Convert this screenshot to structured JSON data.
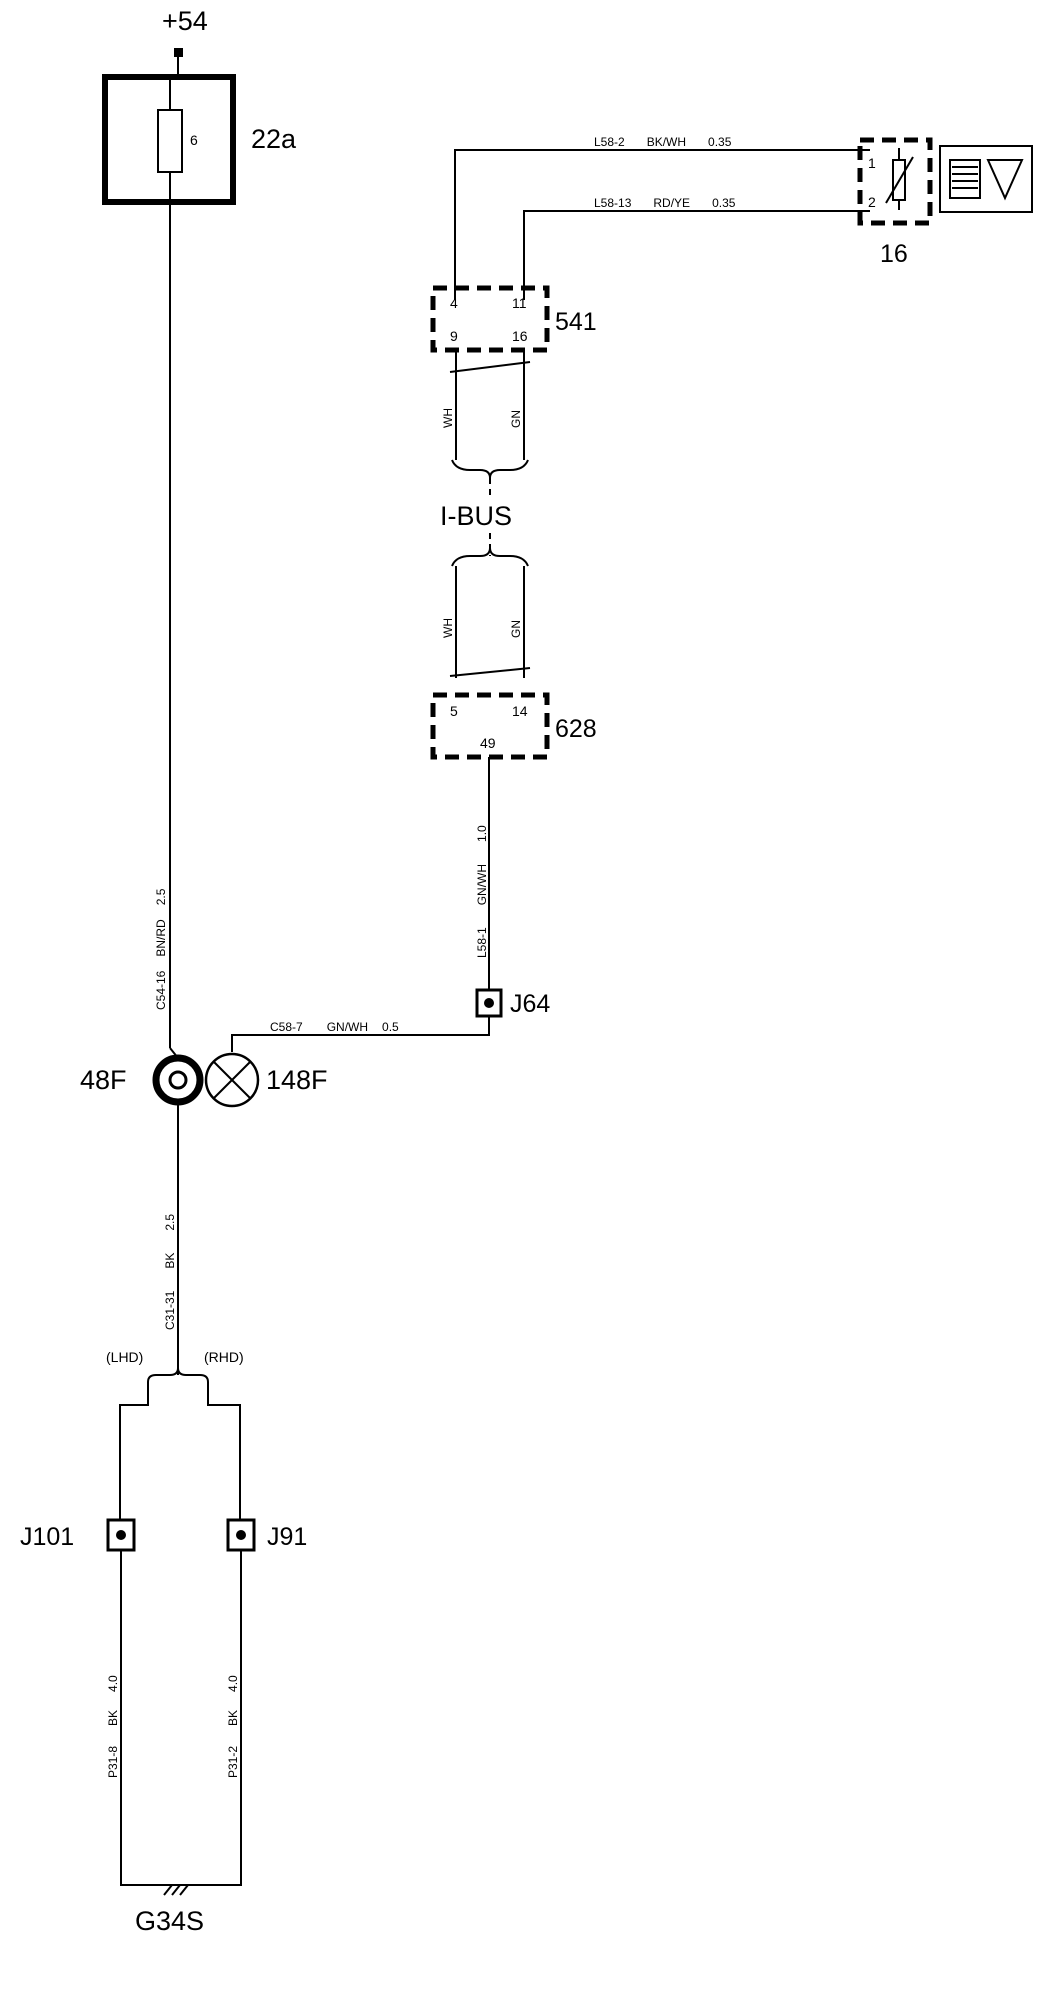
{
  "supply": {
    "label": "+54"
  },
  "fuse_box": {
    "id": "22a",
    "fuse_number": "6"
  },
  "component_16": {
    "id": "16",
    "pin_1": "1",
    "pin_2": "2"
  },
  "connector_541": {
    "id": "541",
    "pins": [
      "4",
      "11",
      "9",
      "16"
    ]
  },
  "connector_628": {
    "id": "628",
    "pins": [
      "5",
      "14",
      "49"
    ]
  },
  "bus": {
    "label": "I-BUS"
  },
  "wires": {
    "w_l58_2": {
      "code": "L58-2",
      "color": "BK/WH",
      "size": "0.35"
    },
    "w_l58_13": {
      "code": "L58-13",
      "color": "RD/YE",
      "size": "0.35"
    },
    "w_wh_upper": {
      "color": "WH"
    },
    "w_gn_upper": {
      "color": "GN"
    },
    "w_wh_lower": {
      "color": "WH"
    },
    "w_gn_lower": {
      "color": "GN"
    },
    "w_l58_1": {
      "code": "L58-1",
      "color": "GN/WH",
      "size": "1.0"
    },
    "w_c54_16": {
      "code": "C54-16",
      "color": "BN/RD",
      "size": "2.5"
    },
    "w_c58_7": {
      "code": "C58-7",
      "color": "GN/WH",
      "size": "0.5"
    },
    "w_c31_31": {
      "code": "C31-31",
      "color": "BK",
      "size": "2.5"
    },
    "w_p31_8": {
      "code": "P31-8",
      "color": "BK",
      "size": "4.0"
    },
    "w_p31_2": {
      "code": "P31-2",
      "color": "BK",
      "size": "4.0"
    }
  },
  "splices": {
    "j64": "J64",
    "j101": "J101",
    "j91": "J91"
  },
  "lamps": {
    "lamp_48f": "48F",
    "lamp_148f": "148F"
  },
  "variants": {
    "lhd": "(LHD)",
    "rhd": "(RHD)"
  },
  "ground": {
    "label": "G34S"
  }
}
